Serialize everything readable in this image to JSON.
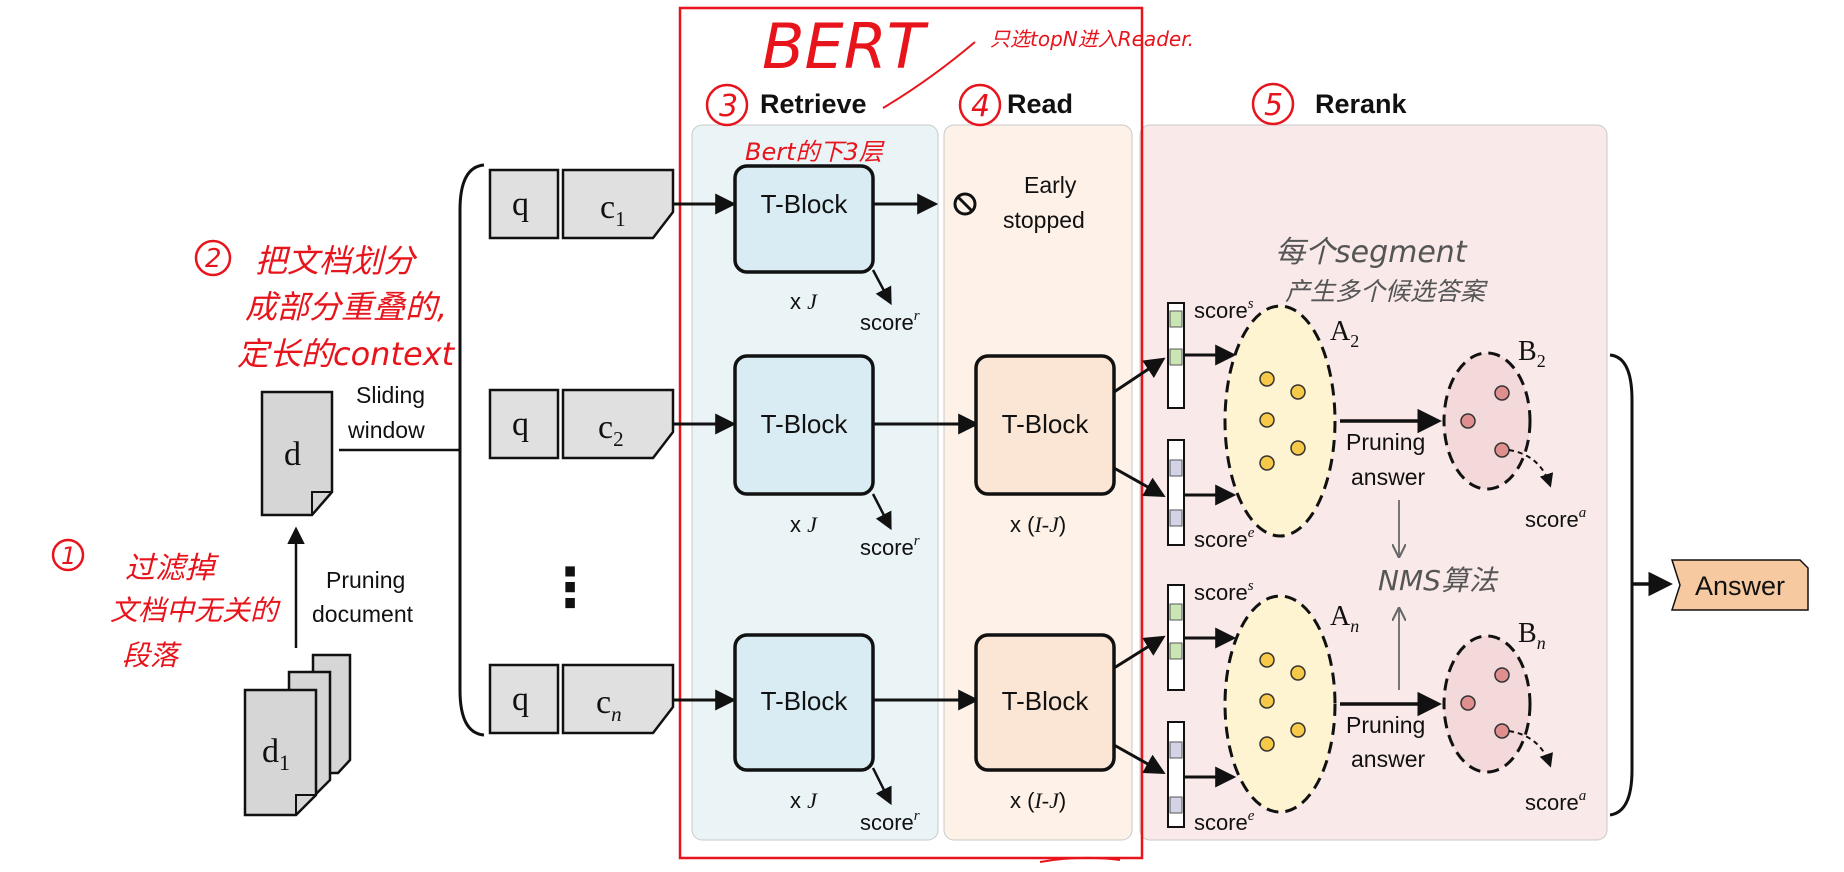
{
  "stages": {
    "retrieve": "Retrieve",
    "read": "Read",
    "rerank": "Rerank"
  },
  "doc": {
    "d": "d",
    "d1": "d",
    "d1_sub": "1",
    "sliding_1": "Sliding",
    "sliding_2": "window",
    "pruning_1": "Pruning",
    "pruning_2": "document"
  },
  "segments": {
    "q": "q",
    "c": "c",
    "subs": [
      "1",
      "2",
      "n"
    ],
    "dots": "⋮"
  },
  "blocks": {
    "tblock": "T-Block",
    "xJ_prefix": "x ",
    "J": "J",
    "xIJ_prefix": "x (",
    "IJ": "I-J",
    "xIJ_suffix": ")",
    "score": "score",
    "sup_r": "r",
    "sup_s": "s",
    "sup_e": "e",
    "sup_a": "a",
    "early_1": "Early",
    "early_2": "stopped"
  },
  "rerank": {
    "A": "A",
    "B": "B",
    "sub2": "2",
    "subn": "n",
    "pruning_1": "Pruning",
    "pruning_2": "answer",
    "answer": "Answer"
  },
  "annotations": {
    "bert": "BERT",
    "topn": "只选topN进入Reader.",
    "bert_layers": "Bert的下3层",
    "n1": "1",
    "n2": "2",
    "n3": "3",
    "n4": "4",
    "n5": "5",
    "note1_1": "过滤掉",
    "note1_2": "文档中无关的",
    "note1_3": "段落",
    "note2_1": "把文档划分",
    "note2_2": "成部分重叠的,",
    "note2_3": "定长的context",
    "segment_1": "每个segment",
    "segment_2": "产生多个候选答案",
    "nms": "NMS算法"
  },
  "colors": {
    "retrieve_bg": "#eaf4f7",
    "read_bg": "#fdf1e8",
    "rerank_bg": "#f9e9e9",
    "tblock_retrieve": "#d9ecf3",
    "tblock_read": "#fbe5d5",
    "ellipse_a": "#fff4d1",
    "ellipse_b": "#f3d9d9",
    "answer": "#f6c9a0",
    "annotation": "#e8141c"
  }
}
